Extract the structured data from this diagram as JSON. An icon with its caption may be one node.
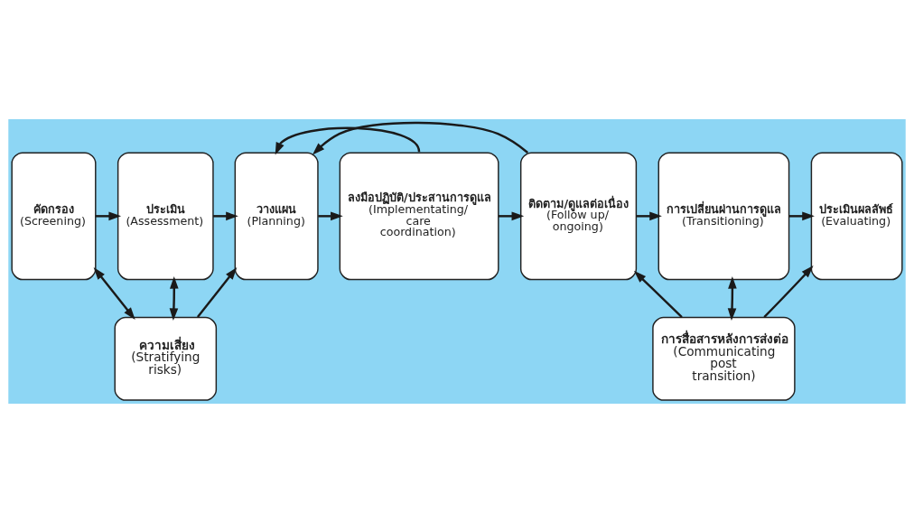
{
  "diagram": {
    "nodes": [
      {
        "text": [
          "คัดกรอง",
          "(Screening)"
        ]
      },
      {
        "text": [
          "ประเมิน",
          "(Assessment)"
        ]
      },
      {
        "text": [
          "วางแผน",
          "(Planning)"
        ]
      },
      {
        "text": [
          "ลงมือปฏิบัติ/ประสานการดูแล",
          "(Implementating/ care coordination)"
        ]
      },
      {
        "text": [
          "ติดตาม/ดูแลต่อเนื่อง",
          "(Follow up/ ongoing)"
        ]
      },
      {
        "text": [
          "การเปลี่ยนผ่านการดูแล",
          "(Transitioning)"
        ]
      },
      {
        "text": [
          "ประเมินผลลัพธ์",
          "(Evaluating)"
        ]
      },
      {
        "text": [
          "ความเสี่ยง",
          "(Stratifying risks)"
        ]
      },
      {
        "text": [
          "การสื่อสารหลังการส่งต่อ",
          "(Communicating post transition)"
        ]
      }
    ],
    "edges": [
      {
        "from": 0,
        "to": 1,
        "arrow": "to"
      },
      {
        "from": 1,
        "to": 2,
        "arrow": "to"
      },
      {
        "from": 2,
        "to": 3,
        "arrow": "to"
      },
      {
        "from": 3,
        "to": 4,
        "arrow": "to"
      },
      {
        "from": 4,
        "to": 5,
        "arrow": "to"
      },
      {
        "from": 5,
        "to": 6,
        "arrow": "to"
      },
      {
        "from": 3,
        "to": 2,
        "arrow": "to"
      },
      {
        "from": 0,
        "to": 7,
        "arrow": "both"
      },
      {
        "from": 1,
        "to": 7,
        "arrow": "both"
      },
      {
        "from": 7,
        "to": 2,
        "arrow": "to"
      },
      {
        "from": 4,
        "to": 2,
        "arrow": "to"
      },
      {
        "from": 8,
        "to": 4,
        "arrow": "to"
      },
      {
        "from": 5,
        "to": 8,
        "arrow": "both"
      },
      {
        "from": 8,
        "to": 6,
        "arrow": "to"
      }
    ]
  }
}
